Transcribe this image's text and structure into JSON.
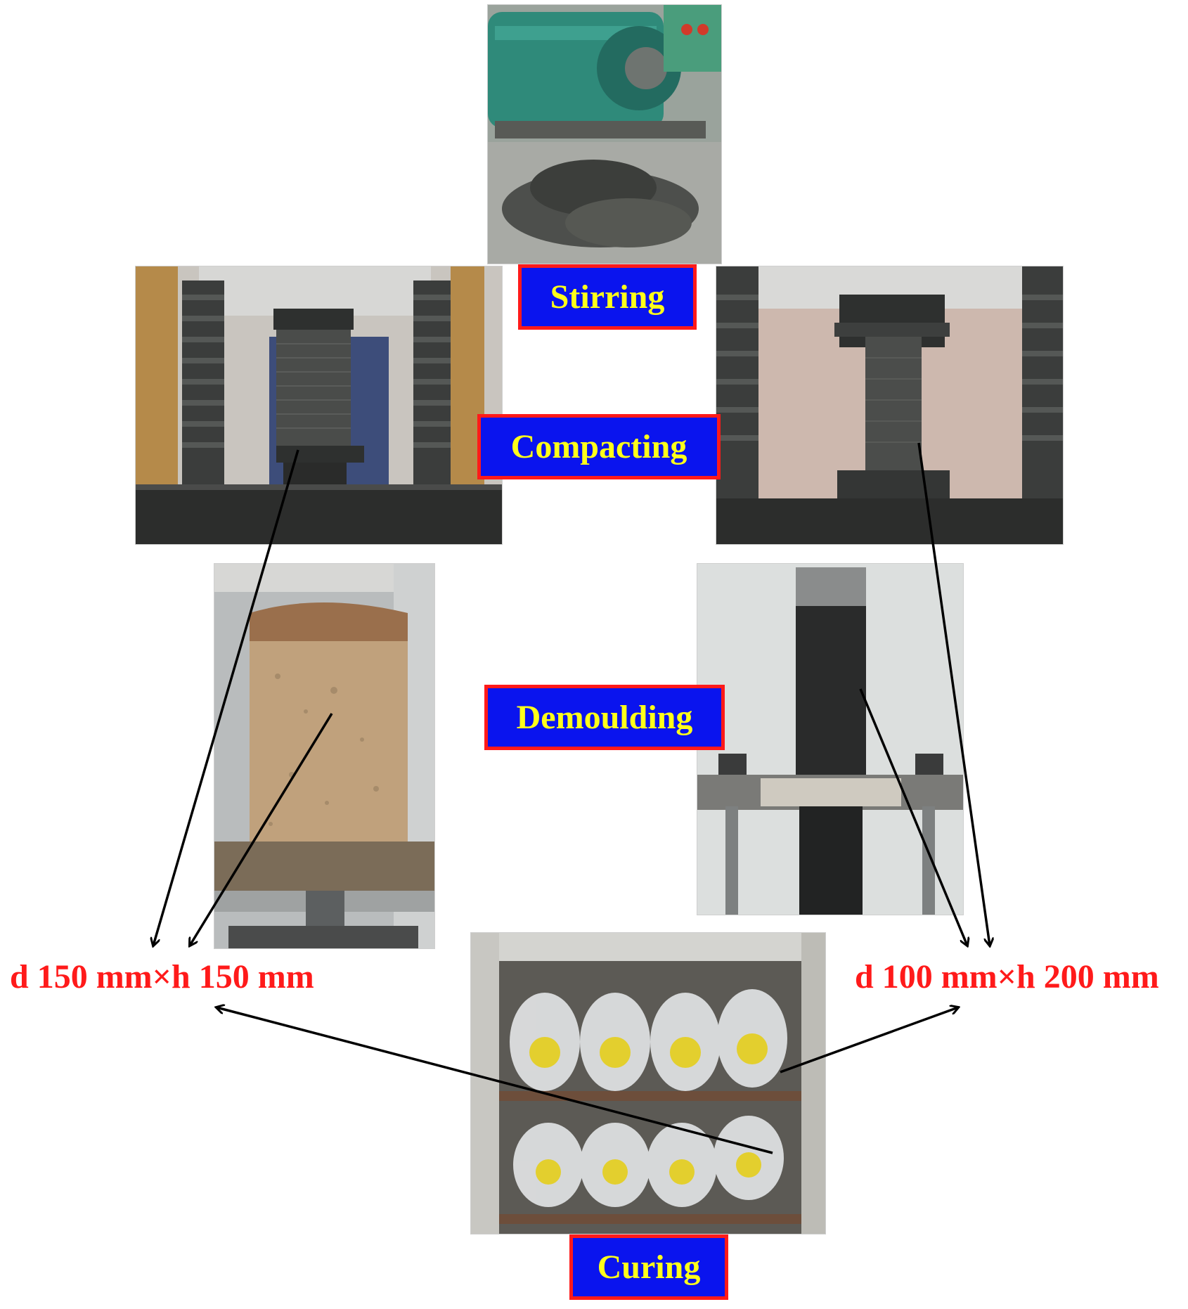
{
  "steps": {
    "stirring": "Stirring",
    "compacting": "Compacting",
    "demoulding": "Demoulding",
    "curing": "Curing"
  },
  "specimens": {
    "large": "d 150 mm×h 150 mm",
    "small": "d 100 mm×h 200 mm"
  },
  "colors": {
    "label_background": "#0a14ee",
    "label_border": "#ff1a1a",
    "label_text": "#ffff1a",
    "dimension_text": "#ff1a1a",
    "arrow": "#000000"
  }
}
